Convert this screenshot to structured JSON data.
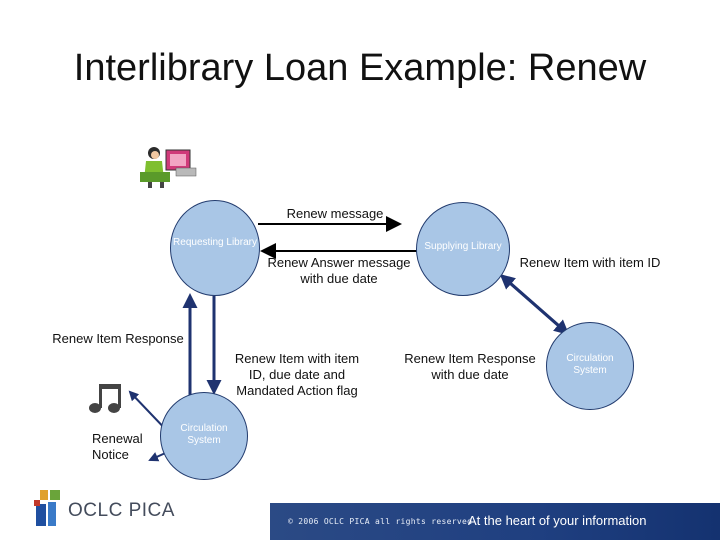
{
  "slide": {
    "title": "Interlibrary Loan Example: Renew"
  },
  "nodes": {
    "requesting_library": "Requesting Library",
    "supplying_library": "Supplying Library",
    "circulation_right": "Circulation System",
    "circulation_left": "Circulation System"
  },
  "labels": {
    "renew_message": "Renew message",
    "renew_answer_line1": "Renew Answer message",
    "renew_answer_line2": "with due date",
    "renew_item_with_id": "Renew Item with item ID",
    "renew_item_response_left": "Renew Item Response",
    "renew_item_due_line1": "Renew Item with item",
    "renew_item_due_line2": "ID, due date and",
    "renew_item_due_line3": "Mandated Action flag",
    "renew_item_response_mid_line1": "Renew Item Response",
    "renew_item_response_mid_line2": "with due date",
    "renewal_notice_line1": "Renewal",
    "renewal_notice_line2": "Notice"
  },
  "footer": {
    "logo": "OCLC PICA",
    "copyright": "© 2006 OCLC PICA all rights reserved",
    "tagline": "At the heart of your information"
  },
  "colors": {
    "node_fill": "#a9c6e6",
    "node_border": "#223b6e",
    "arrow": "#1f3370",
    "footer_bar": "#1f3f80"
  }
}
